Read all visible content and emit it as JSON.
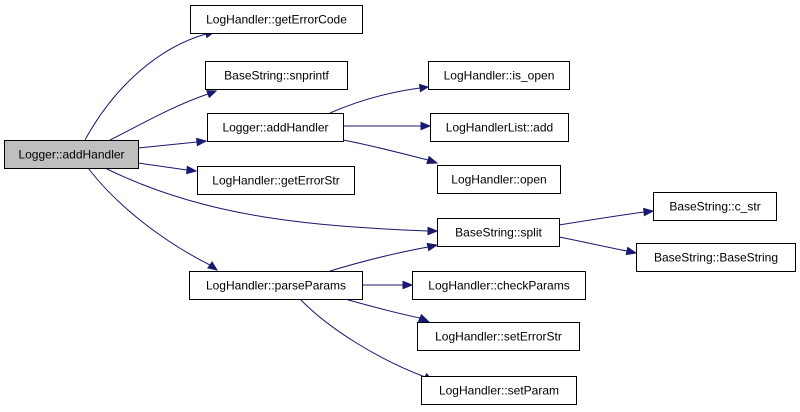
{
  "colors": {
    "node_fill": "#ffffff",
    "root_fill": "#bfbfbf",
    "node_border": "#000000",
    "edge": "#191970"
  },
  "nodes": [
    {
      "id": "root",
      "label": "Logger::addHandler",
      "root": true
    },
    {
      "id": "getErrorCode",
      "label": "LogHandler::getErrorCode"
    },
    {
      "id": "snprintf",
      "label": "BaseString::snprintf"
    },
    {
      "id": "addHandler",
      "label": "Logger::addHandler"
    },
    {
      "id": "getErrorStr",
      "label": "LogHandler::getErrorStr"
    },
    {
      "id": "parseParams",
      "label": "LogHandler::parseParams"
    },
    {
      "id": "is_open",
      "label": "LogHandler::is_open"
    },
    {
      "id": "listAdd",
      "label": "LogHandlerList::add"
    },
    {
      "id": "open",
      "label": "LogHandler::open"
    },
    {
      "id": "split",
      "label": "BaseString::split"
    },
    {
      "id": "checkParams",
      "label": "LogHandler::checkParams"
    },
    {
      "id": "setErrorStr",
      "label": "LogHandler::setErrorStr"
    },
    {
      "id": "setParam",
      "label": "LogHandler::setParam"
    },
    {
      "id": "c_str",
      "label": "BaseString::c_str"
    },
    {
      "id": "BaseString",
      "label": "BaseString::BaseString"
    }
  ],
  "edges": [
    {
      "from": "root",
      "to": "getErrorCode"
    },
    {
      "from": "root",
      "to": "snprintf"
    },
    {
      "from": "root",
      "to": "addHandler"
    },
    {
      "from": "root",
      "to": "getErrorStr"
    },
    {
      "from": "root",
      "to": "split"
    },
    {
      "from": "root",
      "to": "parseParams"
    },
    {
      "from": "addHandler",
      "to": "is_open"
    },
    {
      "from": "addHandler",
      "to": "listAdd"
    },
    {
      "from": "addHandler",
      "to": "open"
    },
    {
      "from": "parseParams",
      "to": "split"
    },
    {
      "from": "parseParams",
      "to": "checkParams"
    },
    {
      "from": "parseParams",
      "to": "setErrorStr"
    },
    {
      "from": "parseParams",
      "to": "setParam"
    },
    {
      "from": "split",
      "to": "c_str"
    },
    {
      "from": "split",
      "to": "BaseString"
    }
  ]
}
